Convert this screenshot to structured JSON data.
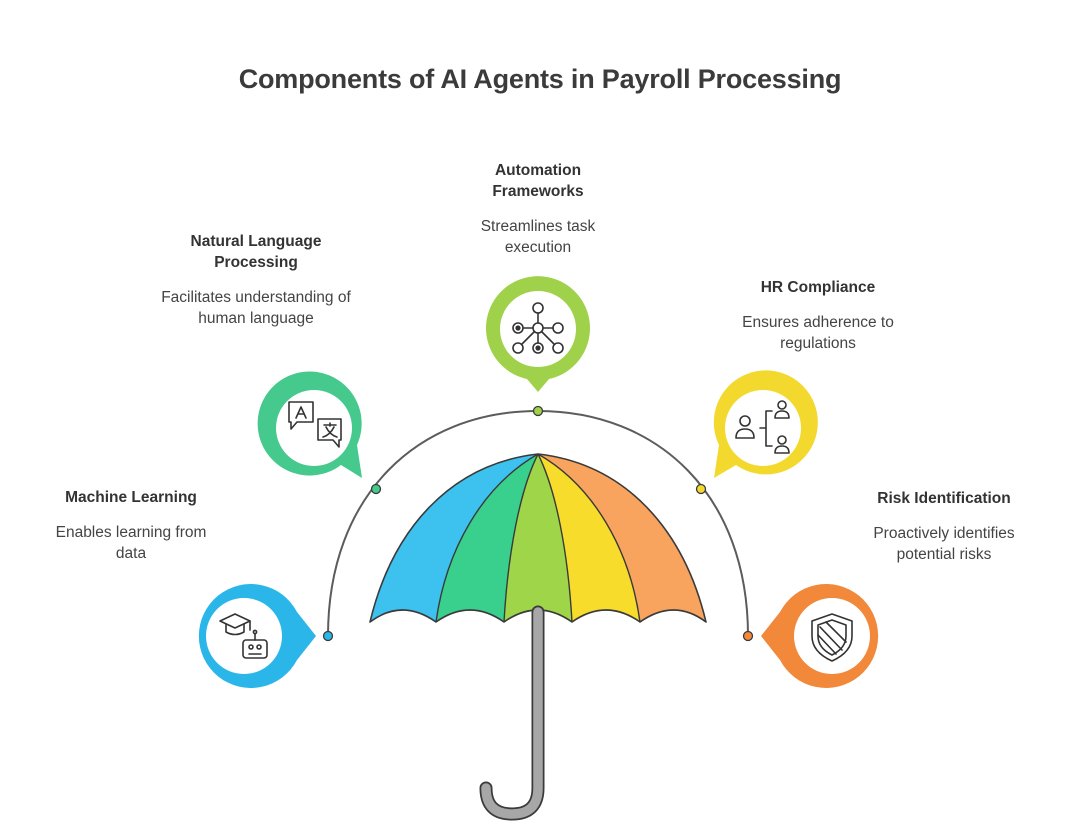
{
  "title": "Components of AI Agents in Payroll Processing",
  "components": [
    {
      "name": "Machine Learning",
      "description": "Enables learning from data",
      "icon": "graduation-robot-icon",
      "color": "#2bb6ea"
    },
    {
      "name": "Natural Language Processing",
      "description": "Facilitates understanding of human language",
      "icon": "translate-icon",
      "color": "#45c98d"
    },
    {
      "name": "Automation Frameworks",
      "description": "Streamlines task execution",
      "icon": "network-nodes-icon",
      "color": "#9fd24a"
    },
    {
      "name": "HR Compliance",
      "description": "Ensures adherence to regulations",
      "icon": "hierarchy-people-icon",
      "color": "#f3d92e"
    },
    {
      "name": "Risk Identification",
      "description": "Proactively identifies potential risks",
      "icon": "shield-icon",
      "color": "#f2883a"
    }
  ],
  "umbrella_colors": [
    "#3dc2f0",
    "#38d08c",
    "#9fd548",
    "#f7dc2b",
    "#f9a45e"
  ],
  "handle_color": "#a7a7a7"
}
